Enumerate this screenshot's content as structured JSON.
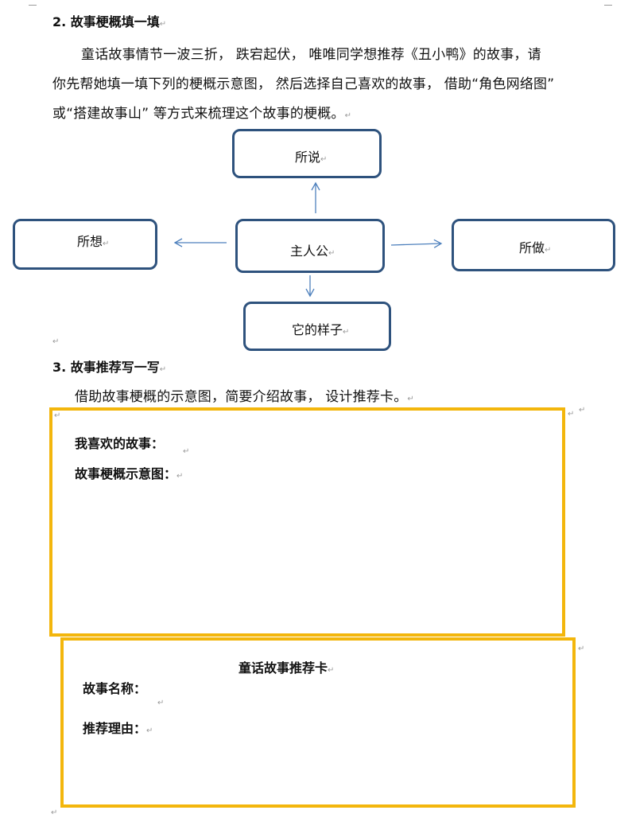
{
  "mark": "↵",
  "section2": {
    "heading": "2. 故事梗概填一填",
    "lines": [
      "童话故事情节一波三折， 跌宕起伏， 唯唯同学想推荐《丑小鸭》的故事，请",
      "你先帮她填一填下列的梗概示意图， 然后选择自己喜欢的故事， 借助“角色网络图”",
      "或“搭建故事山” 等方式来梳理这个故事的梗概。"
    ]
  },
  "diagram": {
    "center": "主人公",
    "top": "所说",
    "left": "所想",
    "right": "所做",
    "bottom": "它的样子"
  },
  "section3": {
    "heading": "3. 故事推荐写一写",
    "line": "借助故事梗概的示意图，简要介绍故事， 设计推荐卡。"
  },
  "box1": {
    "favorite_label": "我喜欢的故事：",
    "diagram_label": "故事梗概示意图："
  },
  "card": {
    "title": "童话故事推荐卡",
    "name_label": "故事名称：",
    "reason_label": "推荐理由："
  }
}
